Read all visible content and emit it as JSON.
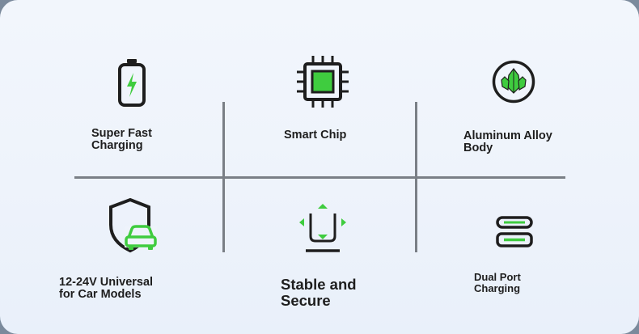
{
  "accent_color": "#3fcc3f",
  "features": [
    {
      "icon": "battery-charging-icon",
      "label": "Super Fast\n Charging"
    },
    {
      "icon": "chip-icon",
      "label": "Smart Chip"
    },
    {
      "icon": "crystal-icon",
      "label": "Aluminum Alloy\n Body"
    },
    {
      "icon": "shield-car-icon",
      "label": "12-24V Universal\n for Car Models"
    },
    {
      "icon": "phone-mount-icon",
      "label": "Stable and\n Secure"
    },
    {
      "icon": "dual-port-icon",
      "label": "Dual Port\n Charging"
    }
  ]
}
